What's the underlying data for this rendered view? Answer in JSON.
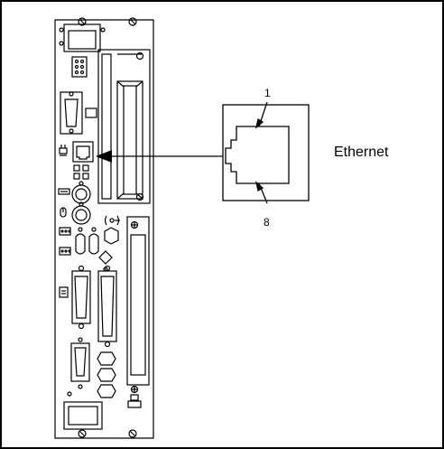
{
  "connector": {
    "label": "Ethernet",
    "pin_first": "1",
    "pin_last": "8"
  },
  "panel": {
    "ethernet_port_icon": "ethernet-port-icon",
    "mouse_icon": "mouse-icon",
    "keyboard_icon": "keyboard-icon",
    "audio_icon": "audio-icon",
    "printer_icon": "printer-icon"
  }
}
